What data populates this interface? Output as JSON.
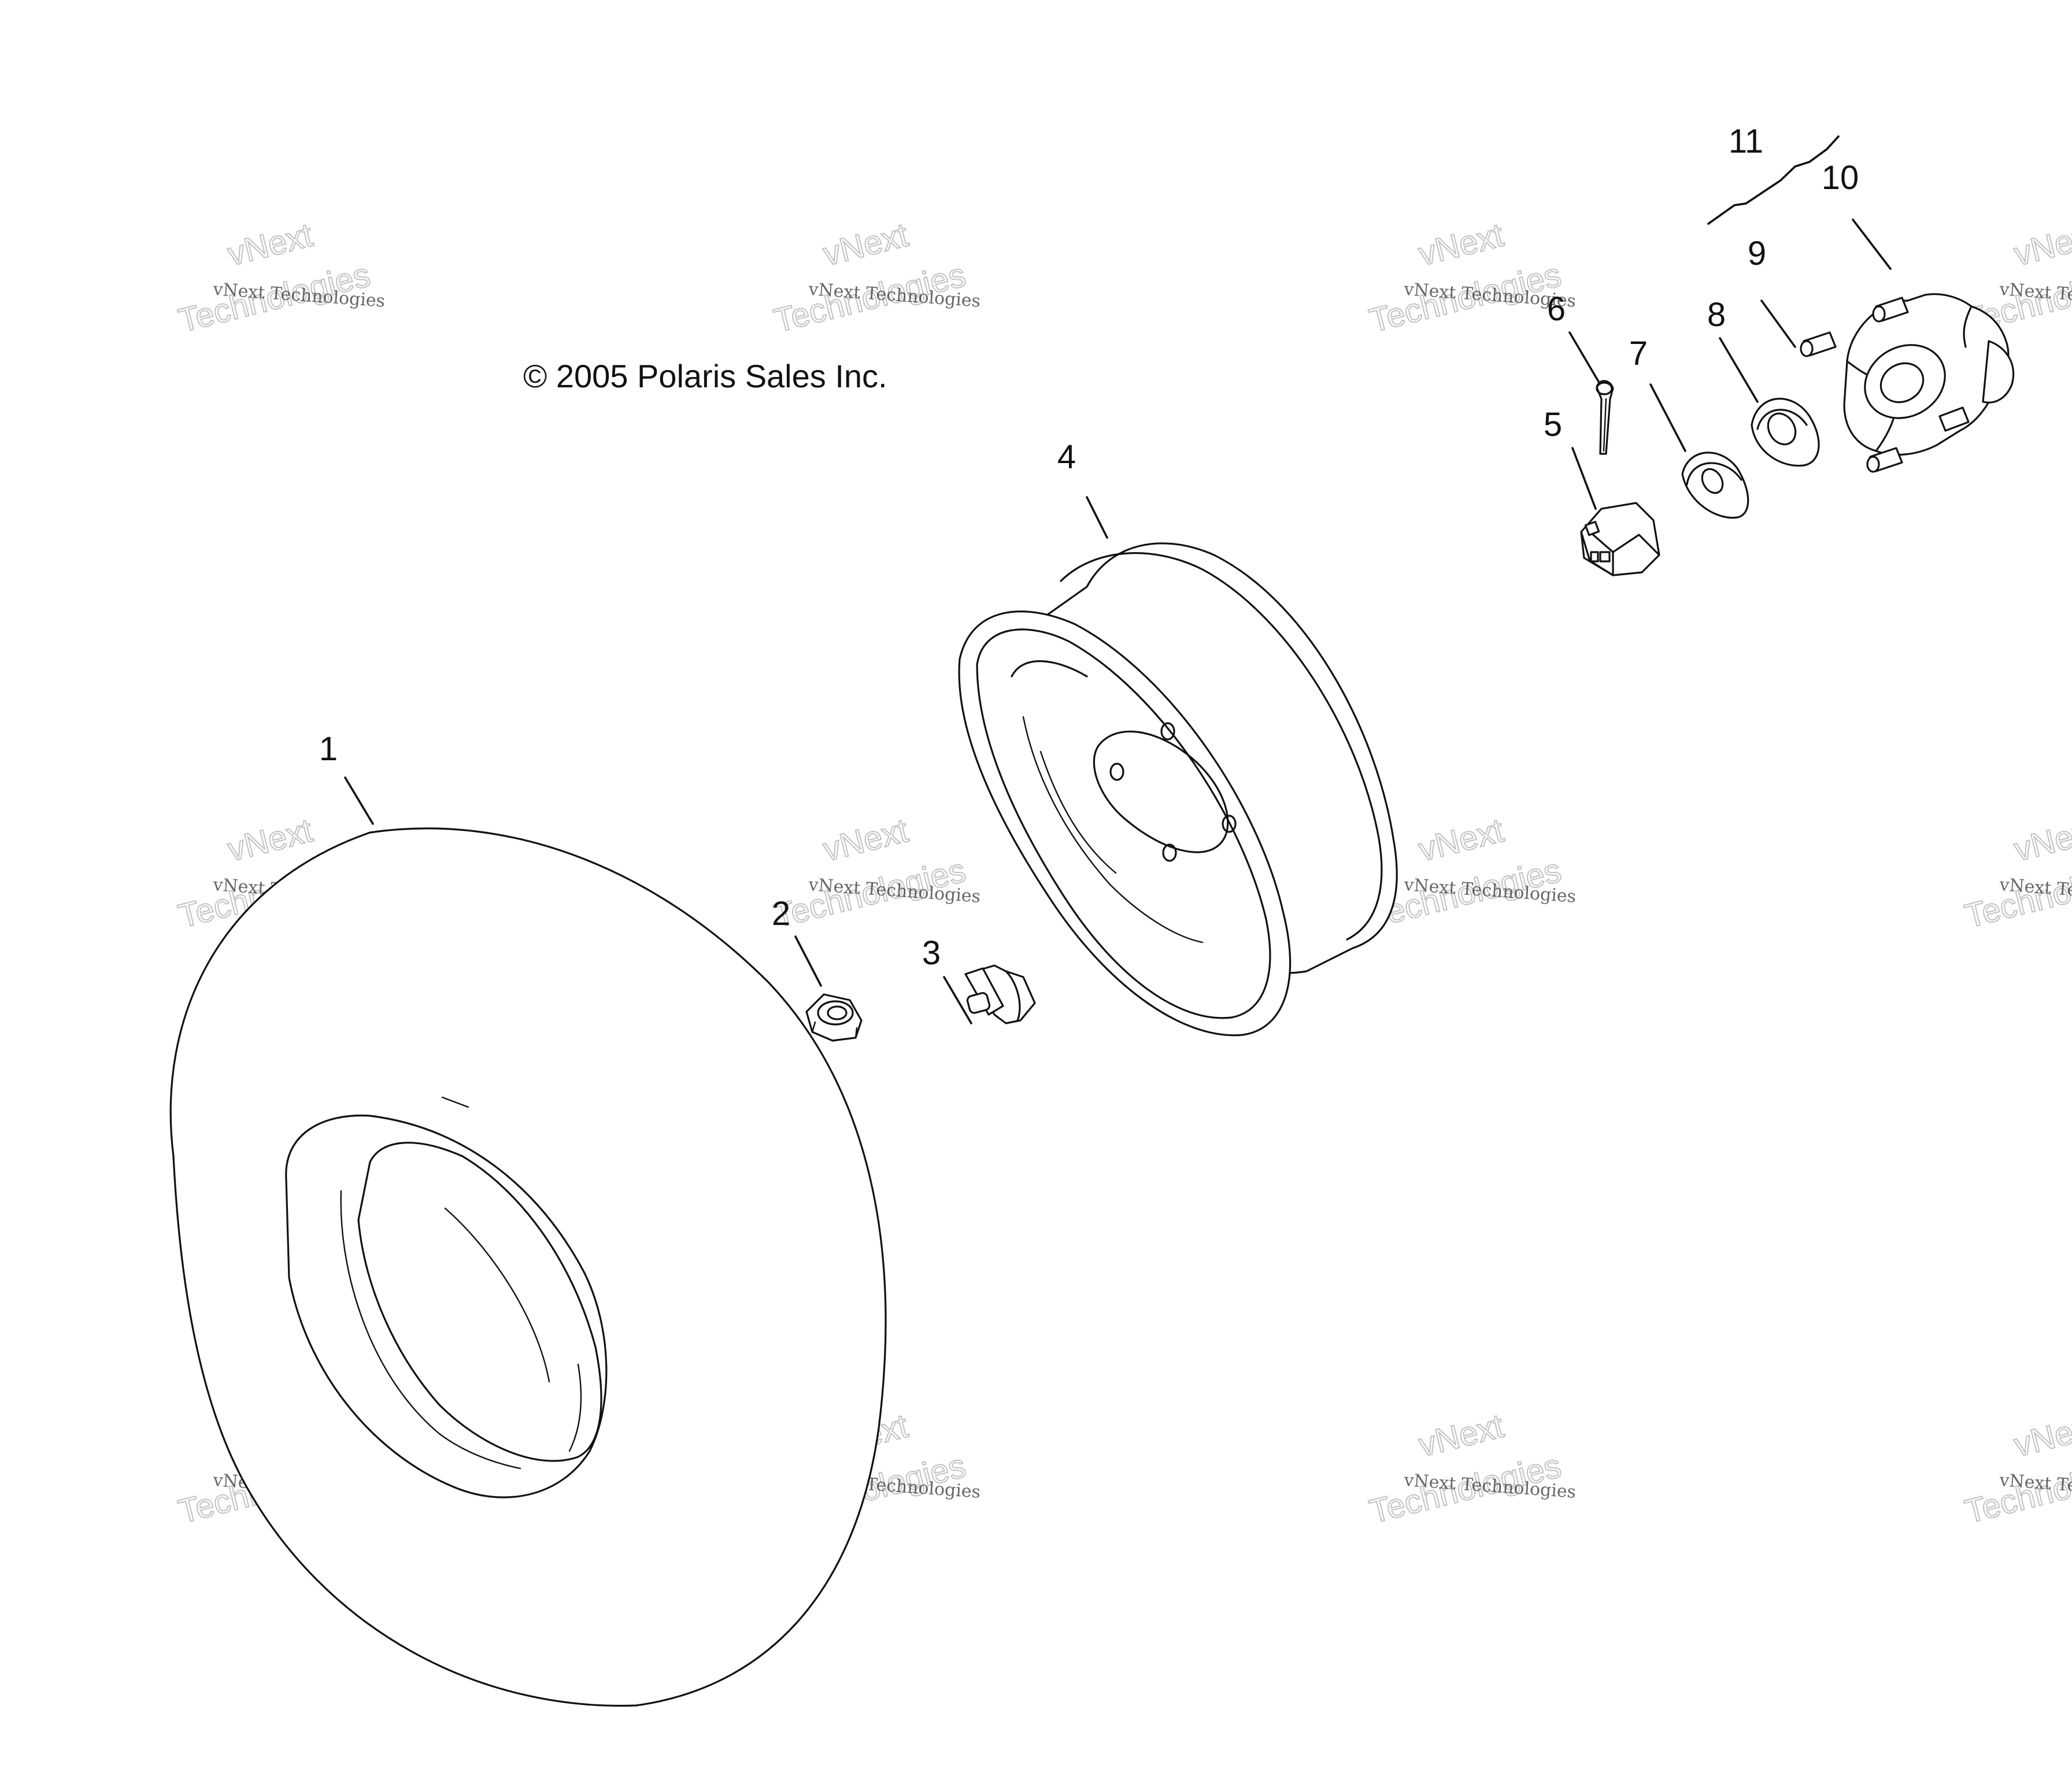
{
  "copyright": "© 2005 Polaris Sales Inc.",
  "callouts": {
    "c1": "1",
    "c2": "2",
    "c3": "3",
    "c4": "4",
    "c5": "5",
    "c6": "6",
    "c7": "7",
    "c8": "8",
    "c9": "9",
    "c10": "10",
    "c11": "11"
  },
  "watermark": {
    "line1": "vNext Technologies",
    "line2_a": "vNext",
    "line2_b": "Technologies"
  }
}
